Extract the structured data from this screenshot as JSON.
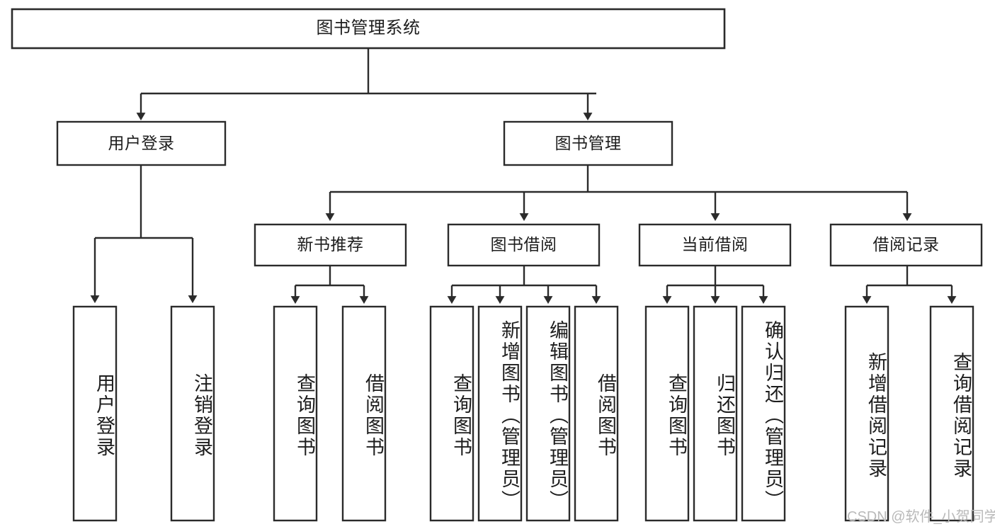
{
  "diagram": {
    "title": "图书管理系统",
    "type": "tree",
    "background_color": "#ffffff",
    "line_color": "#2b2b2b",
    "text_color": "#1d1d1d",
    "watermark": "CSDN @软件_小贺同学",
    "watermark_color": "#b9b9b9"
  },
  "nodes": {
    "root": {
      "label": "图书管理系统",
      "level": 1,
      "orientation": "horizontal"
    },
    "level2": [
      {
        "label": "用户登录",
        "level": 2,
        "orientation": "horizontal"
      },
      {
        "label": "图书管理",
        "level": 2,
        "orientation": "horizontal"
      }
    ],
    "level3": [
      {
        "label": "新书推荐",
        "level": 3,
        "orientation": "horizontal",
        "parent": "图书管理"
      },
      {
        "label": "图书借阅",
        "level": 3,
        "orientation": "horizontal",
        "parent": "图书管理"
      },
      {
        "label": "当前借阅",
        "level": 3,
        "orientation": "horizontal",
        "parent": "图书管理"
      },
      {
        "label": "借阅记录",
        "level": 3,
        "orientation": "horizontal",
        "parent": "图书管理"
      }
    ],
    "leaves": [
      {
        "label": "用户登录",
        "orientation": "vertical",
        "parent": "用户登录"
      },
      {
        "label": "注销登录",
        "orientation": "vertical",
        "parent": "用户登录"
      },
      {
        "label": "查询图书",
        "orientation": "vertical",
        "parent": "新书推荐"
      },
      {
        "label": "借阅图书",
        "orientation": "vertical",
        "parent": "新书推荐"
      },
      {
        "label": "查询图书",
        "orientation": "vertical",
        "parent": "图书借阅"
      },
      {
        "label": "新增图书（管理员）",
        "orientation": "vertical",
        "parent": "图书借阅"
      },
      {
        "label": "编辑图书（管理员）",
        "orientation": "vertical",
        "parent": "图书借阅"
      },
      {
        "label": "借阅图书",
        "orientation": "vertical",
        "parent": "图书借阅"
      },
      {
        "label": "查询图书",
        "orientation": "vertical",
        "parent": "当前借阅"
      },
      {
        "label": "归还图书",
        "orientation": "vertical",
        "parent": "当前借阅"
      },
      {
        "label": "确认归还（管理员）",
        "orientation": "vertical",
        "parent": "当前借阅"
      },
      {
        "label": "新增借阅记录",
        "orientation": "vertical",
        "parent": "借阅记录"
      },
      {
        "label": "查询借阅记录",
        "orientation": "vertical",
        "parent": "借阅记录"
      }
    ]
  }
}
